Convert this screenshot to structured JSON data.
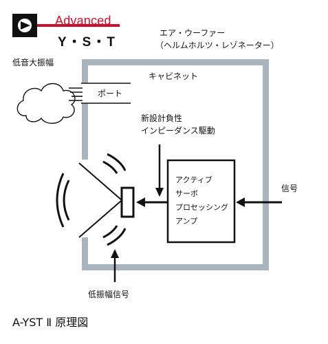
{
  "logo": {
    "brand_top": "Advanced",
    "brand_bottom": "Y・S・T"
  },
  "labels": {
    "air_woofer": "エア・ウーファー",
    "helmholtz": "（ヘルムホルツ・レゾネーター）",
    "cabinet": "キャビネット",
    "bass_large": "低音大振幅",
    "port": "ポート",
    "drive_line1": "新設計負性",
    "drive_line2": "インピーダンス駆動",
    "signal": "信号",
    "low_amp_signal": "低振幅信号"
  },
  "amp_lines": [
    "アクティブ",
    "サーボ",
    "プロセッシング",
    "アンプ"
  ],
  "caption": "A-YST Ⅱ  原理図",
  "colors": {
    "cabinet_wall": "#aab4bf",
    "logo_red": "#c8102e",
    "ink": "#111111"
  }
}
